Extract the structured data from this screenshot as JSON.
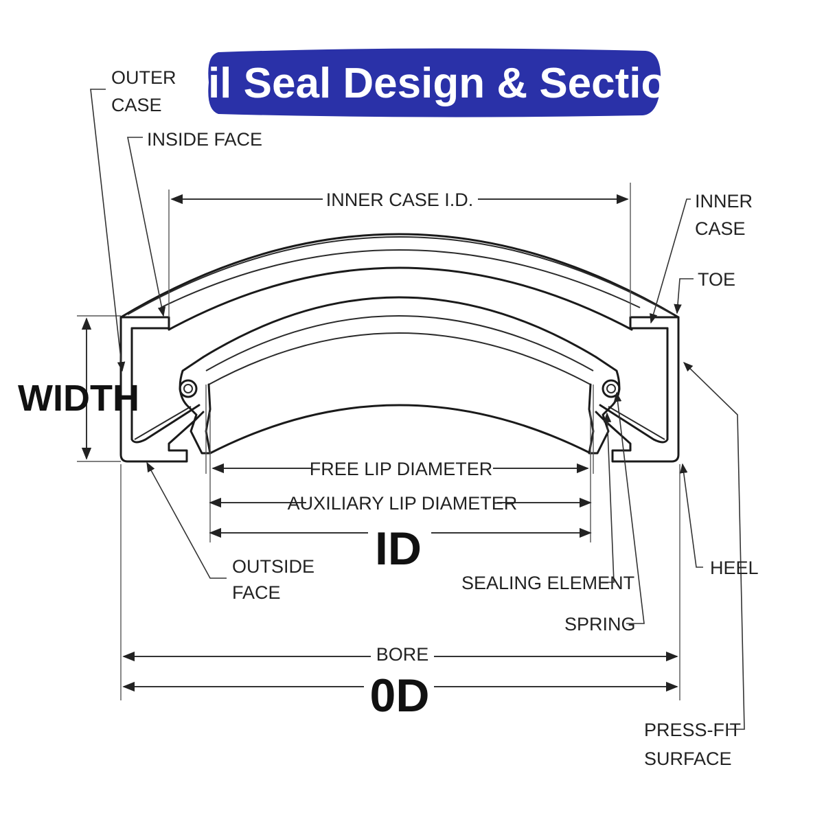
{
  "title": "Oil Seal Design & Section",
  "colors": {
    "banner": "#2a31a8",
    "ink": "#1a1a1a",
    "background": "#ffffff"
  },
  "labels": {
    "outer_case_line1": "OUTER",
    "outer_case_line2": "CASE",
    "inside_face": "INSIDE FACE",
    "inner_case_id": "INNER CASE I.D.",
    "inner_case_line1": "INNER",
    "inner_case_line2": "CASE",
    "toe": "TOE",
    "width": "WIDTH",
    "free_lip_diameter": "FREE LIP DIAMETER",
    "auxiliary_lip_diameter": "AUXILIARY LIP DIAMETER",
    "id": "ID",
    "outside_face_line1": "OUTSIDE",
    "outside_face_line2": "FACE",
    "sealing_element": "SEALING ELEMENT",
    "heel": "HEEL",
    "spring": "SPRING",
    "bore": "BORE",
    "od": "0D",
    "press_fit_line1": "PRESS-FIT",
    "press_fit_line2": "SURFACE"
  }
}
